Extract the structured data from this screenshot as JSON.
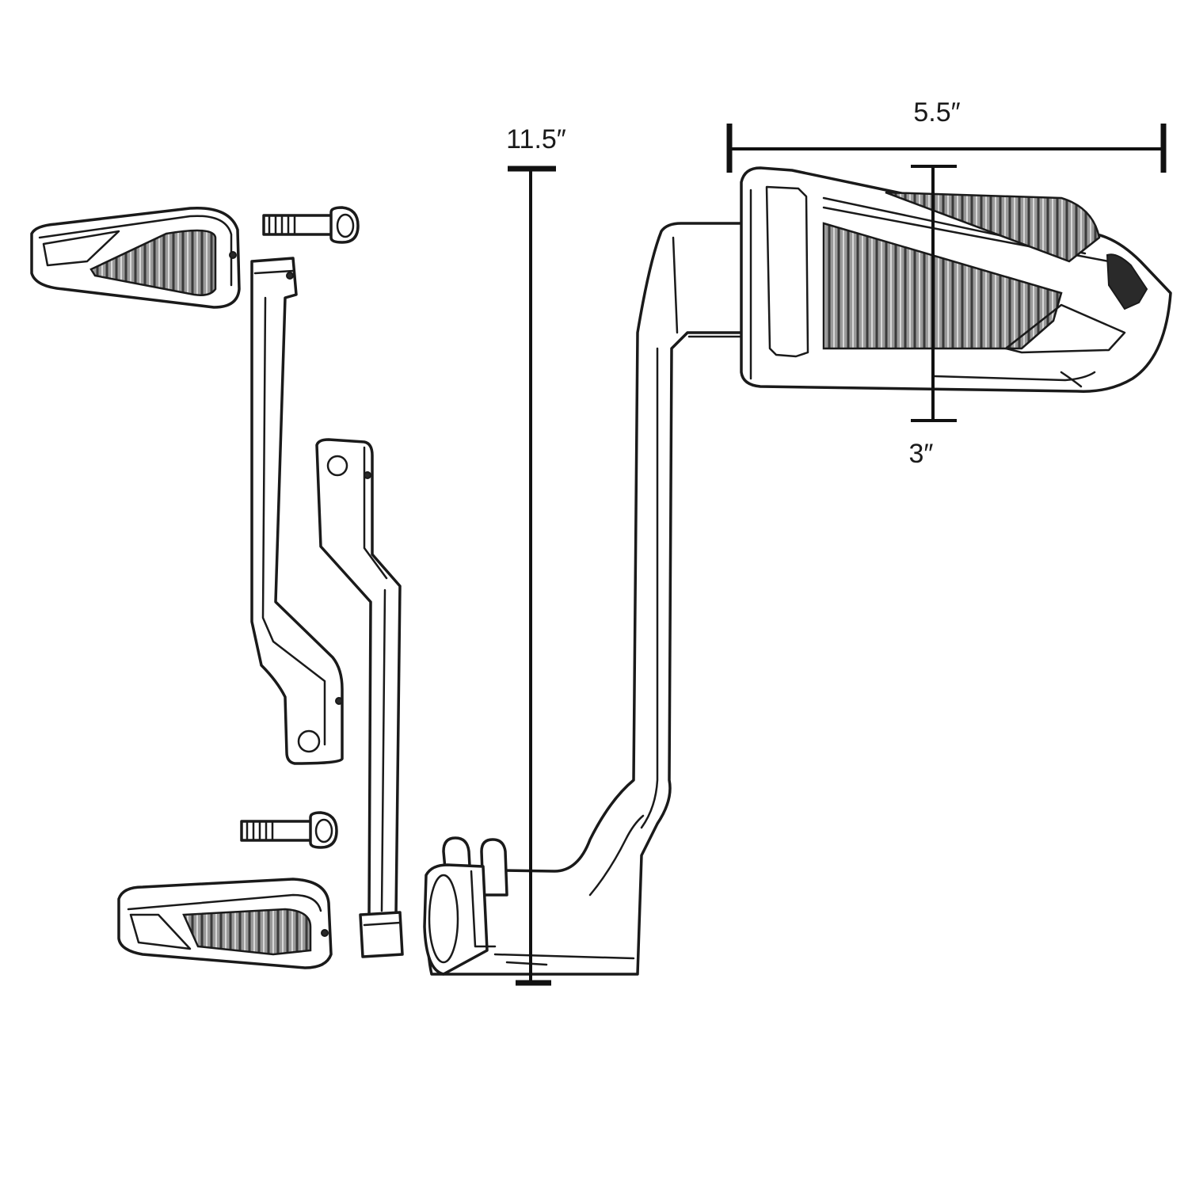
{
  "dimensions": {
    "height_label": "11.5″",
    "width_label": "5.5″",
    "depth_label": "3″"
  },
  "parts": [
    "footpeg-top-left",
    "bolt-top",
    "shift-rod-long",
    "shift-linkage-arm",
    "bolt-bottom",
    "footpeg-bottom-left",
    "shift-lever-assembly",
    "footpeg-large"
  ],
  "colors": {
    "line": "#1a1a1a",
    "rib_fill": "#8a8a8a",
    "background": "#ffffff"
  }
}
